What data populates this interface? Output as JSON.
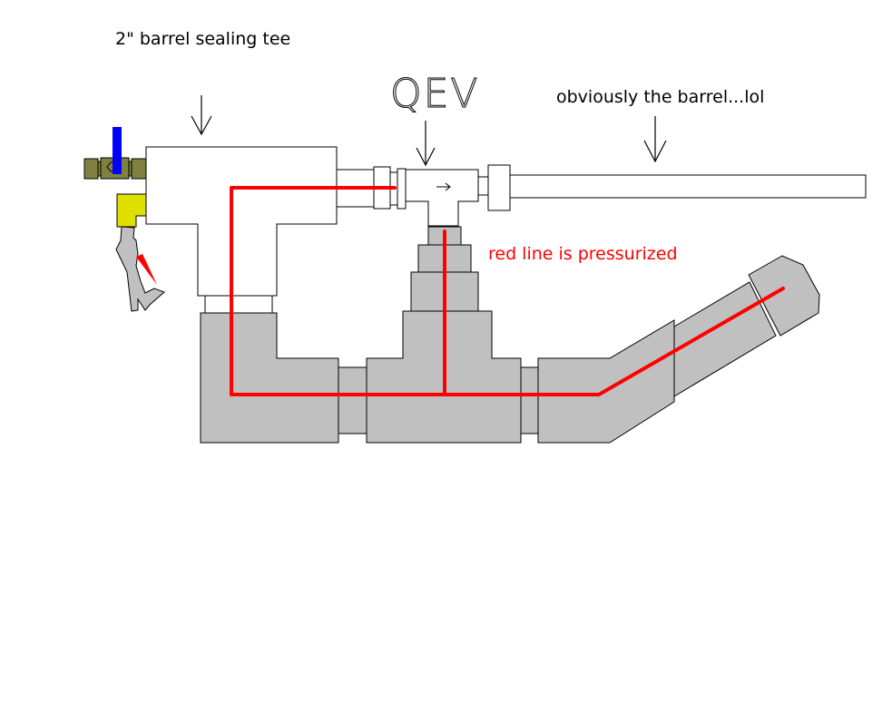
{
  "labels": {
    "tee": "2\" barrel sealing tee",
    "qev": "QEV",
    "barrel": "obviously the barrel...lol",
    "pressure_note": "red line is pressurized"
  },
  "colors": {
    "pvc_gray": "#c0c0c0",
    "fitting_white": "#ffffff",
    "pressure_red": "#ff0000",
    "valve_olive": "#808040",
    "valve_handle_blue": "#0000ff",
    "fitting_yellow": "#e0e000"
  }
}
